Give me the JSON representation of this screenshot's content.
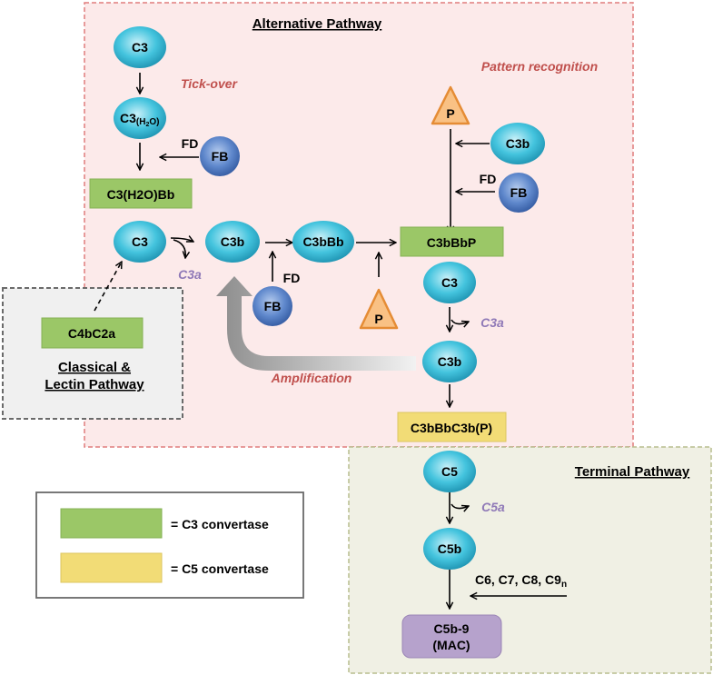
{
  "pathways": {
    "alternative": "Alternative Pathway",
    "terminal": "Terminal Pathway",
    "classical_line1": "Classical &",
    "classical_line2": "Lectin Pathway"
  },
  "annotations": {
    "tick_over": "Tick-over",
    "pattern_recognition": "Pattern recognition",
    "amplification": "Amplification"
  },
  "molecules": {
    "c3": "C3",
    "c3h2o_main": "C3",
    "c3h2o_sub": "(H",
    "c3h2o_sub2": "2",
    "c3h2o_sub3": "O)",
    "fb": "FB",
    "fd": "FD",
    "c3b": "C3b",
    "c3bbb": "C3bBb",
    "p": "P",
    "c3a": "C3a",
    "c5": "C5",
    "c5a": "C5a",
    "c5b": "C5b",
    "c6c9_main": "C6, C7, C8, C9",
    "c6c9_sub": "n"
  },
  "convertases": {
    "c3h2obb": "C3(H2O)Bb",
    "c3bbbp": "C3bBbP",
    "c4bc2a": "C4bC2a",
    "c3bbbc3bp": "C3bBbC3b(P)"
  },
  "mac": {
    "line1": "C5b-9",
    "line2": "(MAC)"
  },
  "legend": {
    "c3_convertase": "= C3 convertase",
    "c5_convertase": "= C5 convertase"
  },
  "colors": {
    "green_box": "#9bc767",
    "yellow_box": "#f2dc76",
    "purple_box": "#b6a2cc",
    "text_red": "#c0504d",
    "text_purple": "#8f79b7"
  }
}
